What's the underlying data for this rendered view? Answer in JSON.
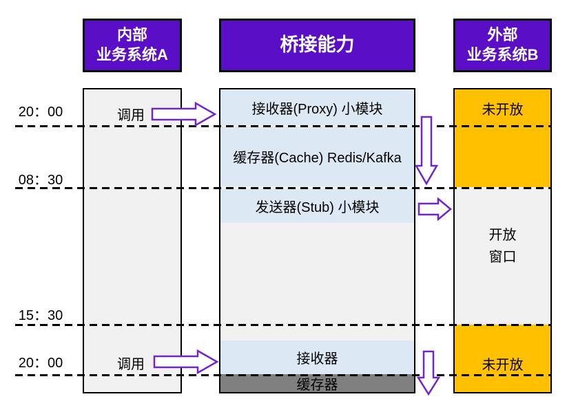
{
  "colors": {
    "header_purple": "#5A0EC6",
    "arrow_purple": "#7223CC",
    "module_blue": "#DCE8F4",
    "lane_gray": "#F1F1F1",
    "closed_orange": "#FFC000",
    "cache_dark_gray": "#808080",
    "border_black": "#000000"
  },
  "headers": {
    "internal": {
      "line1": "内部",
      "line2": "业务系统A"
    },
    "bridge": {
      "title": "桥接能力"
    },
    "external": {
      "line1": "外部",
      "line2": "业务系统B"
    }
  },
  "timeline": {
    "t1": "20：00",
    "t2": "08：30",
    "t3": "15：30",
    "t4": "20：00"
  },
  "internal_lane": {
    "call_top": "调用",
    "call_bottom": "调用"
  },
  "bridge_lane": {
    "proxy": "接收器(Proxy) 小模块",
    "cache": "缓存器(Cache) Redis/Kafka",
    "stub": "发送器(Stub) 小模块",
    "receiver": "接收器",
    "cache_bottom": "缓存器"
  },
  "external_lane": {
    "closed_top": "未开放",
    "open_line1": "开放",
    "open_line2": "窗口",
    "closed_bottom": "未开放"
  },
  "icons": {
    "call_arrow_top": "right-arrow",
    "call_arrow_bottom": "right-arrow",
    "flow_down_1": "down-arrow",
    "flow_right_stub": "right-arrow",
    "flow_down_2": "down-arrow"
  }
}
